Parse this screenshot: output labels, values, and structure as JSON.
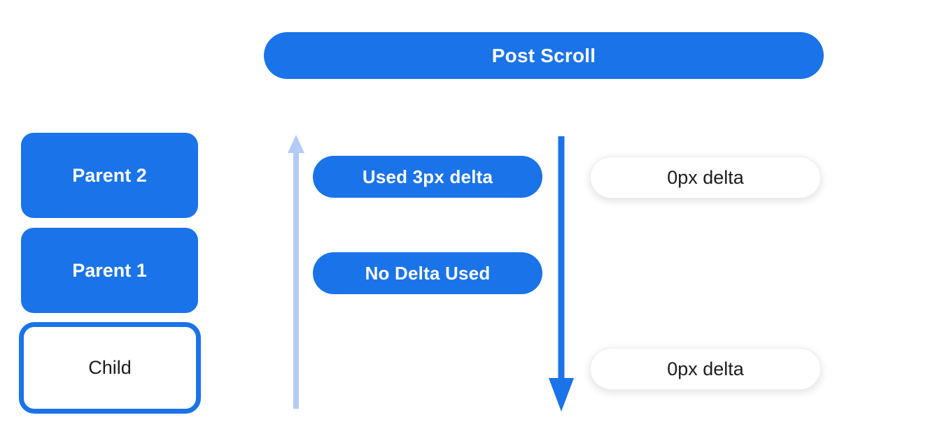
{
  "header": {
    "label": "Post Scroll"
  },
  "colors": {
    "primary_blue": "#1a73e8",
    "light_blue": "#b3ccf6",
    "pill_text_white": "#ffffff",
    "dark_text": "#1c1c1c",
    "white_pill_border": "#ededed"
  },
  "scroll_chain": {
    "boxes": [
      {
        "label": "Parent 2",
        "variant": "filled"
      },
      {
        "label": "Parent 1",
        "variant": "filled"
      },
      {
        "label": "Child",
        "variant": "outlined"
      }
    ]
  },
  "delta_consumed": {
    "pills": [
      {
        "label": "Used 3px delta"
      },
      {
        "label": "No Delta Used"
      }
    ]
  },
  "delta_remaining": {
    "pills": [
      {
        "label": "0px delta"
      },
      {
        "label": "0px delta"
      }
    ]
  },
  "arrows": {
    "up": {
      "direction": "up",
      "color": "#b3ccf6"
    },
    "down": {
      "direction": "down",
      "color": "#1a73e8"
    }
  }
}
